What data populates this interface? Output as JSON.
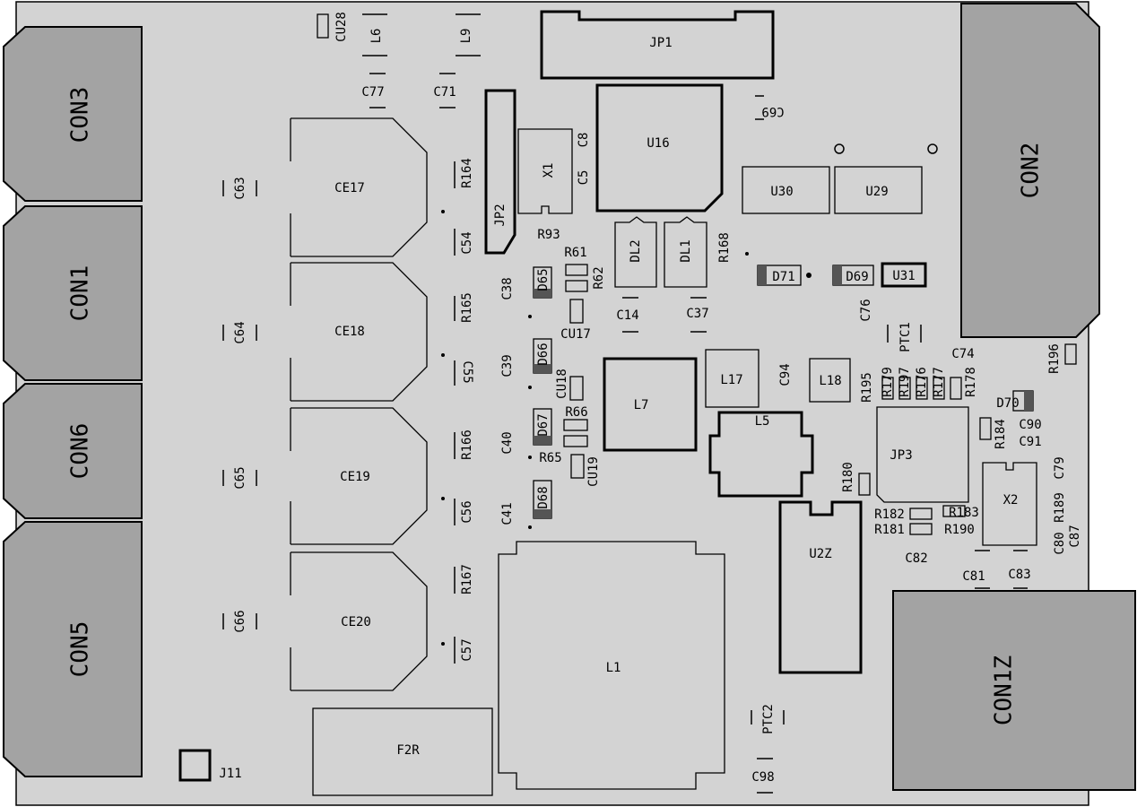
{
  "colors": {
    "board": "#d3d3d3",
    "connector": "#a3a3a3",
    "outline": "#000000",
    "background": "#ffffff"
  },
  "connectors": {
    "con3": "CON3",
    "con1": "CON1",
    "con6": "CON6",
    "con5": "CON5",
    "con2": "CON2",
    "con1z": "CON1Z"
  },
  "parts": {
    "jp1": "JP1",
    "u16": "U16",
    "x1": "X1",
    "jp2": "JP2",
    "u30": "U30",
    "u29": "U29",
    "u31": "U31",
    "dl1": "DL1",
    "dl2": "DL2",
    "d71": "D71",
    "d69": "D69",
    "d70": "D70",
    "ce17": "CE17",
    "ce18": "CE18",
    "ce19": "CE19",
    "ce20": "CE20",
    "l1": "L1",
    "l5": "L5",
    "l7": "L7",
    "l17": "L17",
    "l18": "L18",
    "l6": "L6",
    "l9": "L9",
    "u2z": "U2Z",
    "jp3": "JP3",
    "x2": "X2",
    "f2r": "F2R",
    "j11": "J11",
    "ptc1": "PTC1",
    "ptc2": "PTC2",
    "d65": "D65",
    "d66": "D66",
    "d67": "D67",
    "d68": "D68",
    "cu28": "CU28",
    "cu17": "CU17",
    "cu18": "CU18",
    "cu19": "CU19"
  },
  "labels": {
    "c77": "C77",
    "c71": "C71",
    "c69": "C69",
    "c8": "C8",
    "c5": "C5",
    "r164": "R164",
    "r165": "R165",
    "r166": "R166",
    "r167": "R167",
    "c54": "C54",
    "c55": "C55",
    "c56": "C56",
    "c57": "C57",
    "c63": "C63",
    "c64": "C64",
    "c65": "C65",
    "c66": "C66",
    "c38": "C38",
    "c39": "C39",
    "c40": "C40",
    "c41": "C41",
    "r93": "R93",
    "r61": "R61",
    "r62": "R62",
    "r66": "R66",
    "r65": "R65",
    "c14": "C14",
    "c37": "C37",
    "r168": "R168",
    "c76": "C76",
    "c74": "C74",
    "c94": "C94",
    "r195": "R195",
    "r179": "R179",
    "r197": "R197",
    "r176": "R176",
    "r177": "R177",
    "r178": "R178",
    "r196": "R196",
    "c90": "C90",
    "c91": "C91",
    "r184": "R184",
    "c79": "C79",
    "r180": "R180",
    "r182": "R182",
    "r181": "R181",
    "r183": "R183",
    "r190": "R190",
    "r189": "R189",
    "c80": "C80",
    "c87": "C87",
    "c82": "C82",
    "c81": "C81",
    "c83": "C83",
    "c98": "C98"
  }
}
